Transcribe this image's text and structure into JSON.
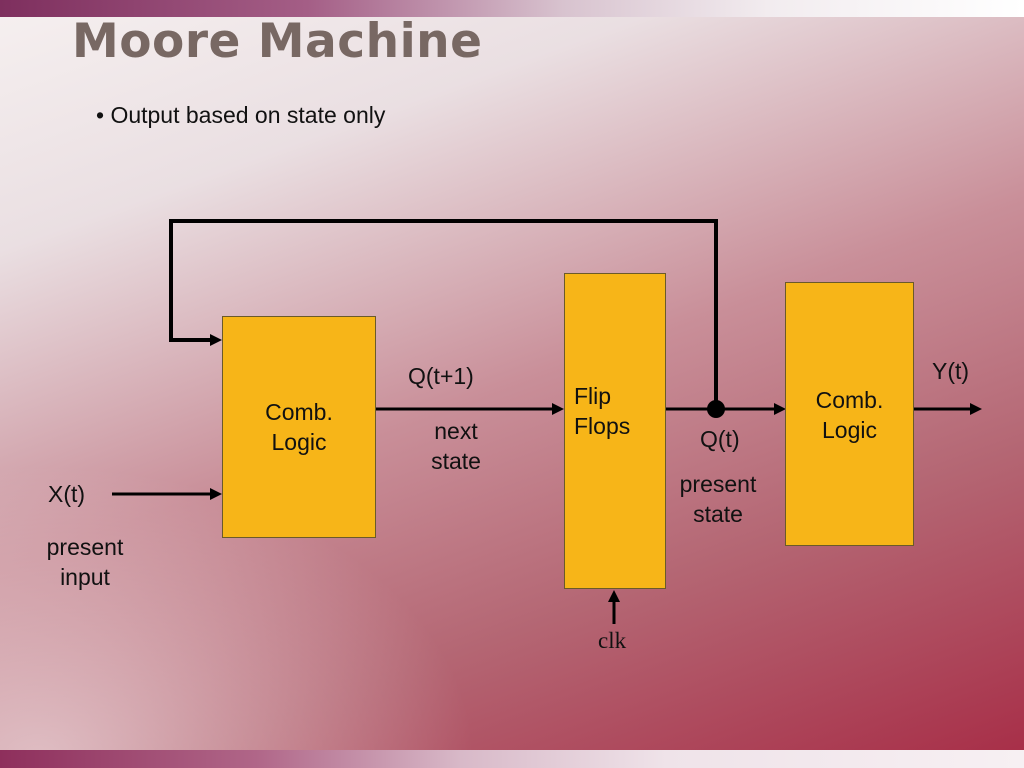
{
  "slide": {
    "title": "Moore Machine",
    "bullet": "• Output based on state only"
  },
  "diagram": {
    "comb_logic_1": {
      "line1": "Comb.",
      "line2": "Logic"
    },
    "flip_flops": {
      "line1": "Flip",
      "line2": "Flops"
    },
    "comb_logic_2": {
      "line1": "Comb.",
      "line2": "Logic"
    },
    "input_label": "X(t)",
    "input_desc": {
      "line1": "present",
      "line2": "input"
    },
    "next_state_label": "Q(t+1)",
    "next_state_desc": {
      "line1": "next",
      "line2": "state"
    },
    "present_state_label": "Q(t)",
    "present_state_desc": {
      "line1": "present",
      "line2": "state"
    },
    "output_label": "Y(t)",
    "clock_label": "clk"
  },
  "colors": {
    "block_fill": "#f7b518",
    "title_color": "#786863",
    "accent": "#a72c46"
  }
}
